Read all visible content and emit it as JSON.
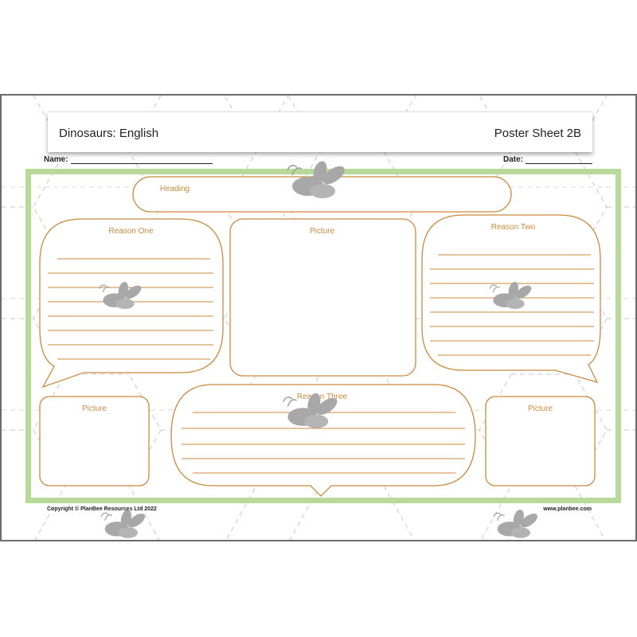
{
  "header": {
    "title_left": "Dinosaurs: English",
    "title_right": "Poster Sheet 2B",
    "name_label": "Name:",
    "date_label": "Date:"
  },
  "sections": {
    "heading": "Heading",
    "reason_one": "Reason One",
    "reason_two": "Reason Two",
    "reason_three": "Reason Three",
    "picture_center": "Picture",
    "picture_left": "Picture",
    "picture_right": "Picture"
  },
  "footer": {
    "copyright": "Copyright © PlanBee Resources Ltd 2022",
    "website": "www.planbee.com"
  },
  "colors": {
    "accent_orange": "#c98a3e",
    "frame_green": "#b7d99a",
    "watermark_gray": "#a8a8a8"
  },
  "icons": [
    "bee-watermark-icon"
  ]
}
